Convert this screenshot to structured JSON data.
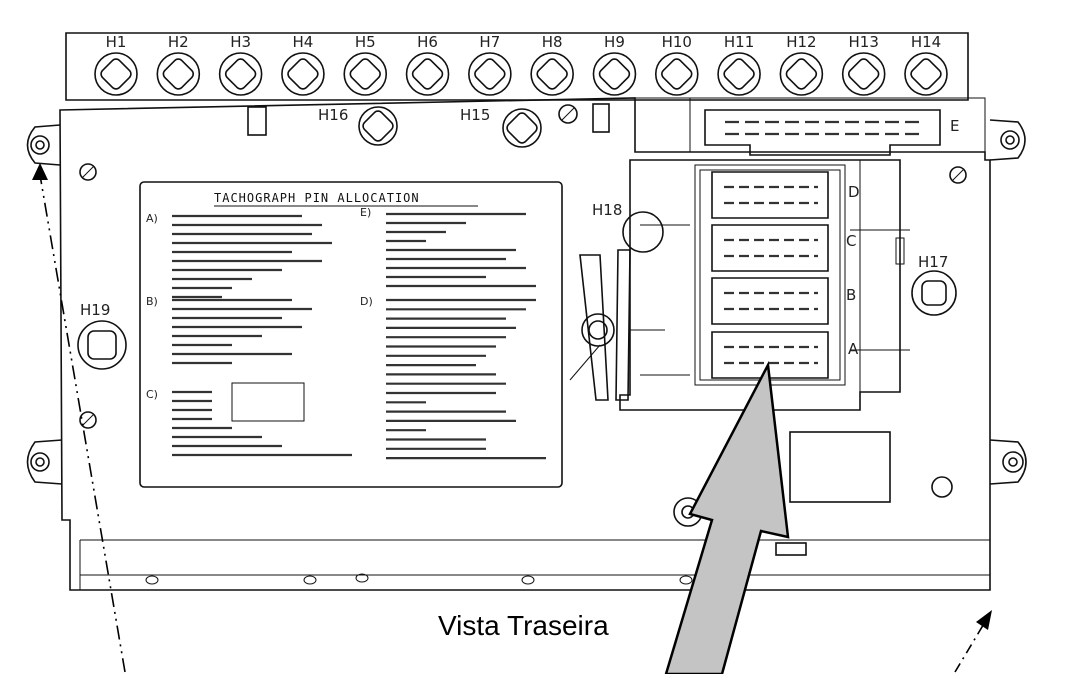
{
  "caption": "Vista Traseira",
  "connectors_top": [
    "H1",
    "H2",
    "H3",
    "H4",
    "H5",
    "H6",
    "H7",
    "H8",
    "H9",
    "H10",
    "H11",
    "H12",
    "H13",
    "H14"
  ],
  "connector_h15": "H15",
  "connector_h16": "H16",
  "connector_h17": "H17",
  "connector_h18": "H18",
  "connector_h19": "H19",
  "plug_labels": [
    "E",
    "D",
    "C",
    "B",
    "A"
  ],
  "allocation_title": "TACHOGRAPH PIN ALLOCATION",
  "section_labels": [
    "A)",
    "B)",
    "C)",
    "D)",
    "E)"
  ]
}
